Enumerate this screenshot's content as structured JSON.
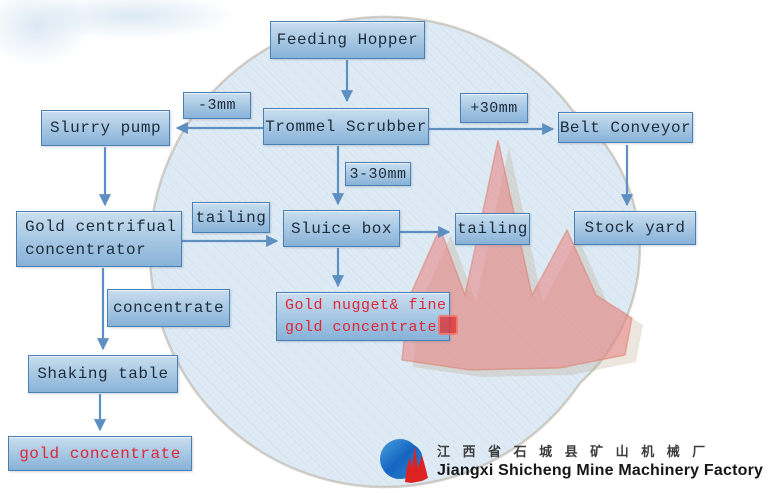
{
  "flowchart": {
    "title_hint": "gold ore washing process flow",
    "nodes": {
      "feeding_hopper": {
        "label": "Feeding Hopper"
      },
      "size_minus_3mm": {
        "label": "-3mm"
      },
      "slurry_pump": {
        "label": "Slurry pump"
      },
      "trommel_scrubber": {
        "label": "Trommel Scrubber"
      },
      "size_plus_30mm": {
        "label": "+30mm"
      },
      "belt_conveyor": {
        "label": "Belt Conveyor"
      },
      "size_3_30mm": {
        "label": "3-30mm"
      },
      "stock_yard": {
        "label": "Stock yard"
      },
      "tailing_left": {
        "label": "tailing"
      },
      "sluice_box": {
        "label": "Sluice box"
      },
      "tailing_right": {
        "label": "tailing"
      },
      "gold_centrifugal": {
        "line1": "Gold centrifual",
        "line2": "concentrator"
      },
      "concentrate": {
        "label": "concentrate"
      },
      "gold_nugget": {
        "line1": "Gold nugget& fine",
        "line2": "gold concentrate"
      },
      "shaking_table": {
        "label": "Shaking table"
      },
      "gold_concentrate": {
        "label": "gold concentrate"
      }
    }
  },
  "footer": {
    "company_cn": "江 西 省 石 城 县 矿 山 机 械 厂",
    "company_en": "Jiangxi Shicheng Mine Machinery Factory",
    "logo_icon": "crescent-c-with-red-mountain"
  },
  "watermark": {
    "icon": "large-crescent-c-with-red-mountain-and-seal"
  },
  "colors": {
    "node_fill_top": "#cadeef",
    "node_fill_bottom": "#88b2d8",
    "node_border": "#4d80b2",
    "node_text": "#1e2c3c",
    "highlight_text": "#df2737",
    "arrow": "#5e8fc2",
    "watermark_ring": "#c2d8ea",
    "watermark_crown": "#e98989",
    "logo_blue": "#1565c0",
    "logo_red": "#dd2222"
  }
}
